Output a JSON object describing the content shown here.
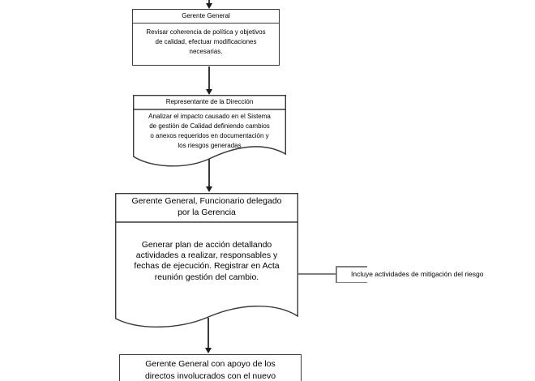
{
  "diagram": {
    "nodes": [
      {
        "id": "gerente-general",
        "shape": "process",
        "header": "Gerente General",
        "body_lines": [
          "Revisar coherencia de política y objetivos",
          "de calidad, efectuar modificaciones",
          "necesarias."
        ]
      },
      {
        "id": "representante-direccion",
        "shape": "document",
        "header": "Representante de la Dirección",
        "body_lines": [
          "Analizar el impacto causado en el Sistema",
          "de gestión de Calidad definiendo cambios",
          "o anexos requeridos en documentación y",
          "los riesgos generadas"
        ]
      },
      {
        "id": "plan-accion",
        "shape": "document",
        "header_lines": [
          "Gerente General,  Funcionario delegado",
          "por la Gerencia"
        ],
        "body_lines": [
          "Generar plan de acción detallando",
          "actividades a realizar, responsables y",
          "fechas de ejecución. Registrar en Acta",
          "reunión gestión del cambio."
        ]
      },
      {
        "id": "gerente-apoyo",
        "shape": "process",
        "body_lines": [
          "Gerente General con apoyo de los",
          "directos involucrados con el nuevo"
        ]
      }
    ],
    "annotation": {
      "label": "Incluye actividades de mitigación del riesgo"
    },
    "colors": {
      "border": "#3a3a3a",
      "arrow": "#1a1a1a",
      "bracket": "#808080",
      "background": "#ffffff",
      "text": "#000000"
    }
  }
}
